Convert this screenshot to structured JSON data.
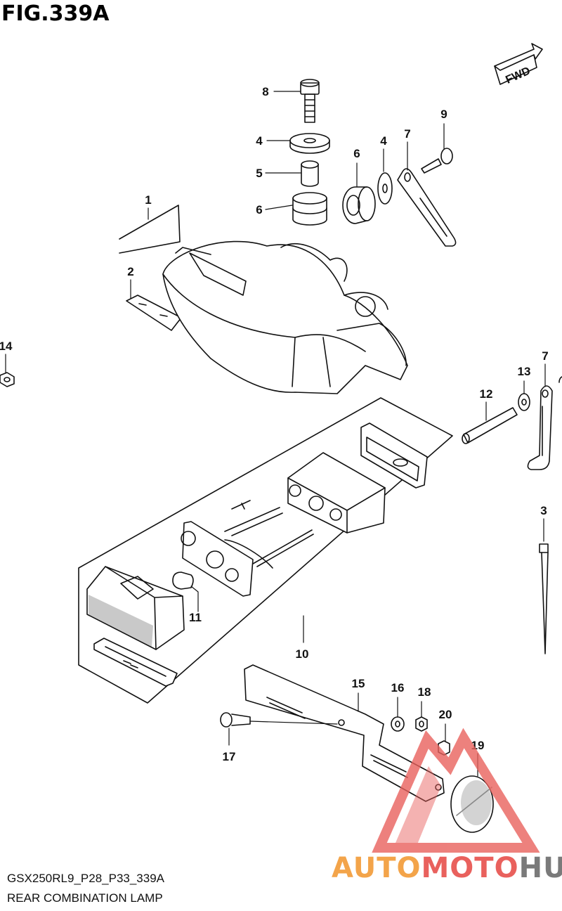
{
  "figure": {
    "title": "FIG.339A",
    "fwd_label": "FWD",
    "model_code": "GSX250RL9_P28_P33_339A",
    "caption": "REAR COMBINATION LAMP"
  },
  "callouts": [
    {
      "id": "1",
      "label": "1"
    },
    {
      "id": "2",
      "label": "2"
    },
    {
      "id": "3",
      "label": "3"
    },
    {
      "id": "4a",
      "label": "4"
    },
    {
      "id": "4b",
      "label": "4"
    },
    {
      "id": "5",
      "label": "5"
    },
    {
      "id": "6a",
      "label": "6"
    },
    {
      "id": "6b",
      "label": "6"
    },
    {
      "id": "7a",
      "label": "7"
    },
    {
      "id": "7b",
      "label": "7"
    },
    {
      "id": "8",
      "label": "8"
    },
    {
      "id": "9",
      "label": "9"
    },
    {
      "id": "10",
      "label": "10"
    },
    {
      "id": "11",
      "label": "11"
    },
    {
      "id": "12",
      "label": "12"
    },
    {
      "id": "13",
      "label": "13"
    },
    {
      "id": "14",
      "label": "14"
    },
    {
      "id": "15",
      "label": "15"
    },
    {
      "id": "16",
      "label": "16"
    },
    {
      "id": "17",
      "label": "17"
    },
    {
      "id": "18",
      "label": "18"
    },
    {
      "id": "19",
      "label": "19"
    },
    {
      "id": "20",
      "label": "20"
    }
  ],
  "watermark": {
    "part1": "AUTO",
    "part2": "MOTO",
    "part3": "HUB",
    "color_orange": "#f3a44a",
    "color_red": "#e9615d",
    "color_gray": "#7a7a7a"
  }
}
